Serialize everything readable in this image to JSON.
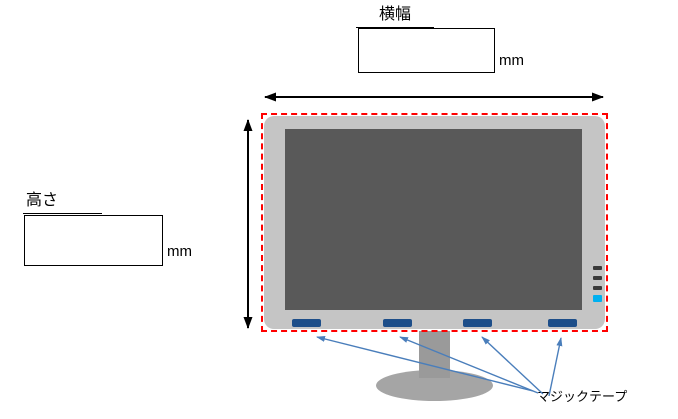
{
  "width_field": {
    "label": "横幅",
    "unit": "mm",
    "value": ""
  },
  "height_field": {
    "label": "高さ",
    "unit": "mm",
    "value": ""
  },
  "magic_tape": {
    "label": "マジックテープ"
  },
  "colors": {
    "outline": "#ff0000",
    "bezel": "#c5c5c5",
    "screen": "#595959",
    "tape": "#1d4e89",
    "led": "#00b0f0",
    "stand": "#a5a5a5",
    "stand_neck": "#9a9a9a",
    "dimension": "#000000",
    "pointer": "#4a7ebb"
  }
}
